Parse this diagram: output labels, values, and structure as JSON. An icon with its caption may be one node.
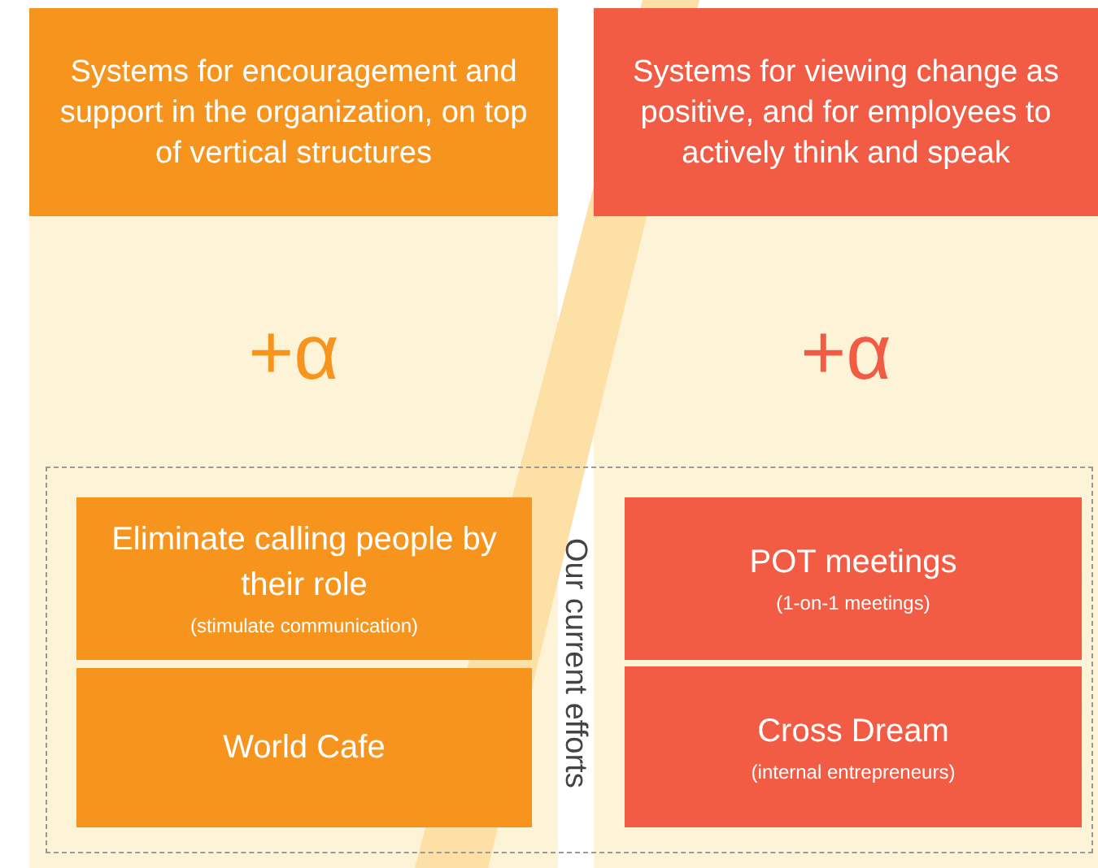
{
  "diagram": {
    "nodes": [
      {
        "text": [
          "Systems for encouragement and support in the organization, on top of vertical structures"
        ]
      },
      {
        "text": [
          "Systems for viewing change as positive, and for employees to actively think and speak"
        ]
      },
      {
        "text": [
          "Our current efforts"
        ]
      },
      {
        "text": [
          "Eliminate calling people by their role",
          "(stimulate communication)"
        ],
        "in": 2
      },
      {
        "text": [
          "World Cafe"
        ],
        "in": 2
      },
      {
        "text": [
          "POT meetings",
          "(1-on-1 meetings)"
        ],
        "in": 2
      },
      {
        "text": [
          "Cross Dream",
          "(internal entrepreneurs)"
        ],
        "in": 2
      }
    ],
    "edges": [],
    "labels": [
      "+α",
      "+α"
    ]
  }
}
